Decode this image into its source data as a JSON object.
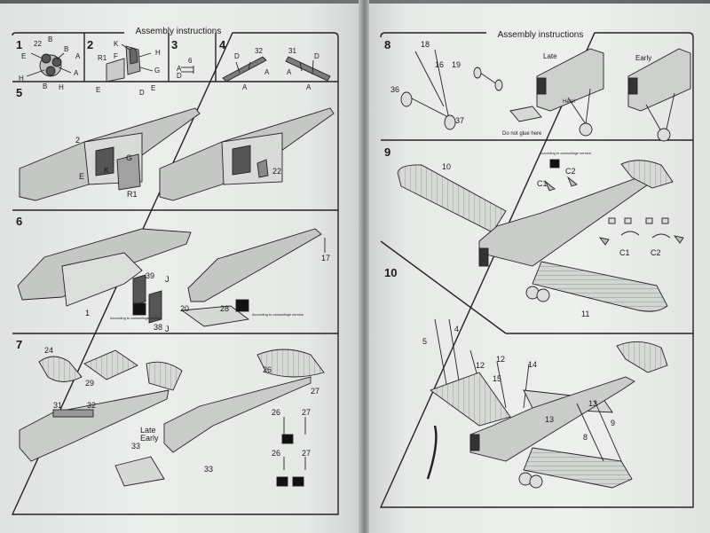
{
  "left_page": {
    "header": "Assembly instructions",
    "steps": {
      "s1": "1",
      "s2": "2",
      "s3": "3",
      "s4": "4",
      "s5": "5",
      "s6": "6",
      "s7": "7"
    },
    "step1_labels": {
      "p22": "22",
      "B1": "B",
      "B2": "B",
      "B3": "B",
      "A1": "A",
      "A2": "A",
      "E": "E",
      "H1": "H",
      "H2": "H"
    },
    "step2_labels": {
      "K": "K",
      "R1": "R1",
      "F": "F",
      "H": "H",
      "G": "G",
      "E": "E",
      "D": "D",
      "E2": "E"
    },
    "step3_labels": {
      "p6": "6",
      "A": "A",
      "D": "D"
    },
    "step4_labels": {
      "p32": "32",
      "p31": "31",
      "D1": "D",
      "D2": "D",
      "A1": "A",
      "A2": "A",
      "A3": "A",
      "A4": "A"
    },
    "step5_labels": {
      "p2": "2",
      "G": "G",
      "K": "K",
      "E": "E",
      "R1": "R1",
      "p22": "22"
    },
    "step6_labels": {
      "p1": "1",
      "p39": "39",
      "J1": "J",
      "J2": "J",
      "p38": "38",
      "p20": "20",
      "p28": "28",
      "p17": "17",
      "camo1": "According to camouflage version",
      "camo2": "According to camouflage version"
    },
    "step7_labels": {
      "p24": "24",
      "p29": "29",
      "p31": "31",
      "p32": "32",
      "p33a": "33",
      "p33b": "33",
      "late": "Late",
      "early": "Early",
      "p26a": "26",
      "p27a": "27",
      "p26b": "26",
      "p27b": "27",
      "p26c": "26",
      "p27c": "27"
    }
  },
  "right_page": {
    "header": "Assembly instructions",
    "steps": {
      "s8": "8",
      "s9": "9",
      "s10": "10"
    },
    "step8_labels": {
      "p18": "18",
      "p16": "16",
      "p19": "19",
      "p36": "36",
      "p37": "37",
      "late": "Late",
      "early": "Early",
      "here": "Here!",
      "noglue": "Do not glue here"
    },
    "step9_labels": {
      "p10": "10",
      "p11": "11",
      "C1": "C1",
      "C2": "C2",
      "C1b": "C1",
      "C2b": "C2",
      "camo": "According to camouflage version"
    },
    "step10_labels": {
      "p5": "5",
      "p4": "4",
      "p12a": "12",
      "p12b": "12",
      "p15": "15",
      "p14": "14",
      "p13a": "13",
      "p13b": "13",
      "p8": "8",
      "p9": "9"
    }
  },
  "colors": {
    "paper": "#e9ebe9",
    "ink": "#1a1a1a",
    "fabric": "#cfd2cf"
  }
}
